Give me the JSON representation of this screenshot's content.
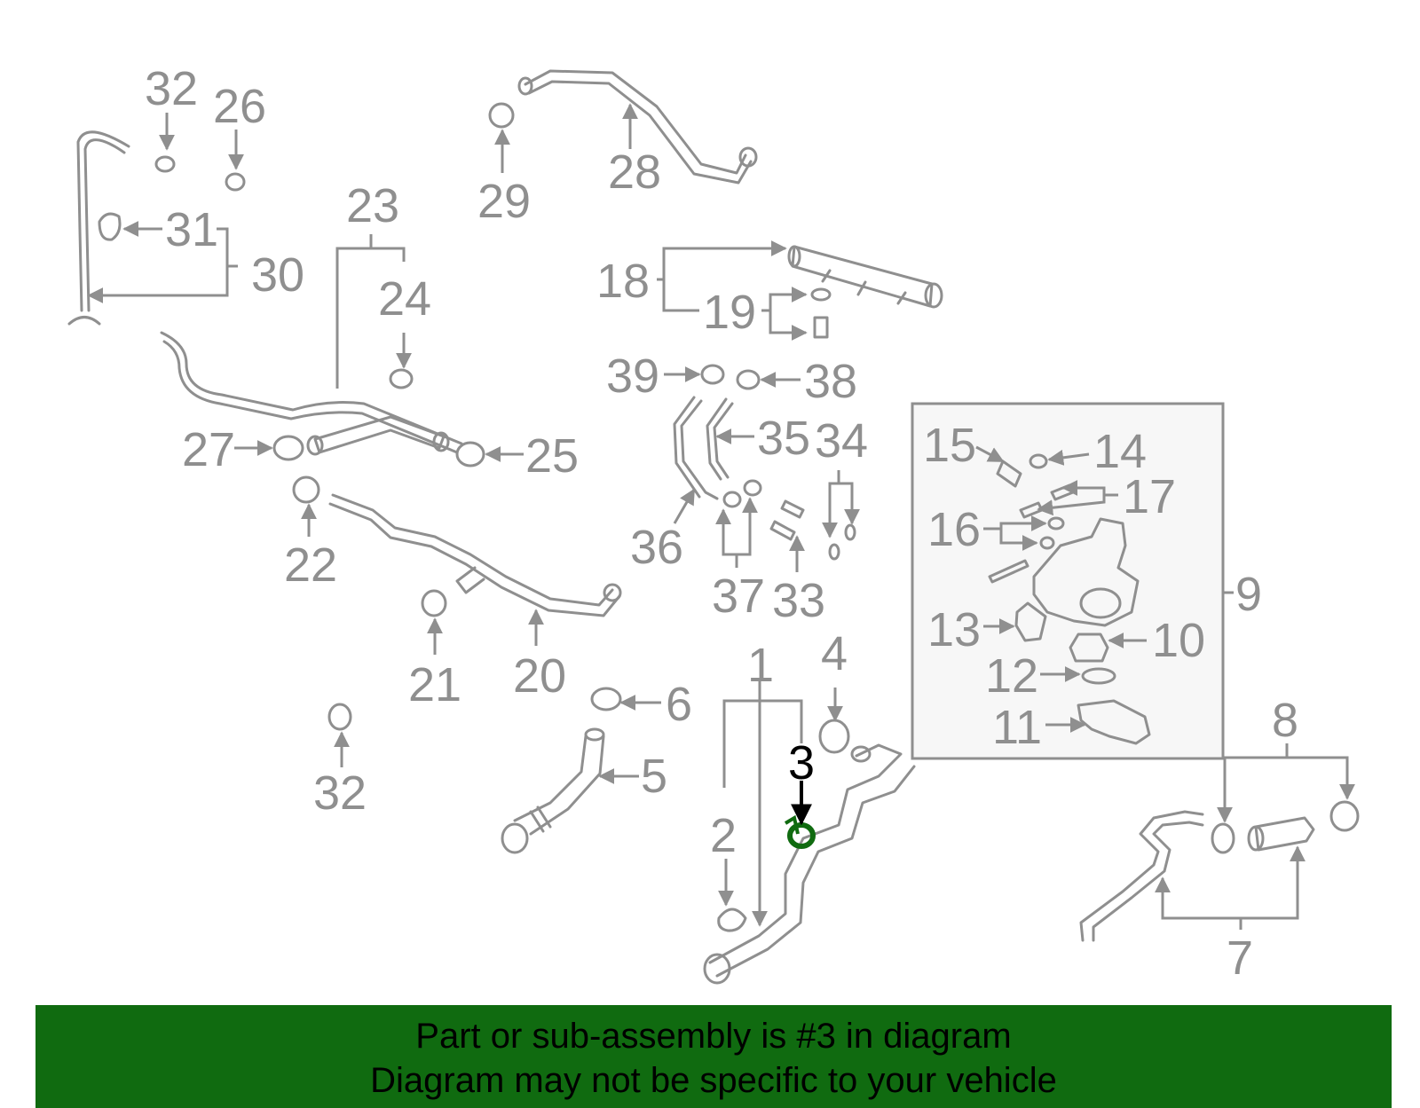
{
  "colors": {
    "part_gray": "#8f8f8f",
    "highlight": "#106b10",
    "banner_bg": "#106b10",
    "label_highlight": "#000000"
  },
  "highlighted_part": "3",
  "callouts": [
    "1",
    "2",
    "3",
    "4",
    "5",
    "6",
    "7",
    "8",
    "9",
    "10",
    "11",
    "12",
    "13",
    "14",
    "15",
    "16",
    "17",
    "18",
    "19",
    "20",
    "21",
    "22",
    "23",
    "24",
    "25",
    "26",
    "27",
    "28",
    "29",
    "30",
    "31",
    "32",
    "33",
    "34",
    "35",
    "36",
    "37",
    "38",
    "39"
  ],
  "banner": {
    "line1": "Part or sub-assembly is #3 in diagram",
    "line2": "Diagram may not be specific to your vehicle"
  }
}
